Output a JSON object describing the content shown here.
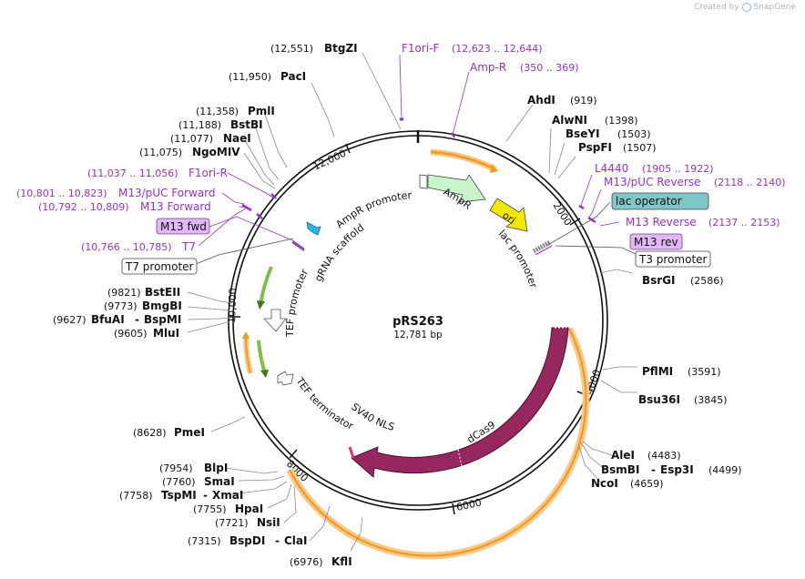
{
  "credit": {
    "text": "Created by",
    "brand": "SnapGene"
  },
  "plasmid": {
    "name": "pRS263",
    "size_label": "12,781 bp",
    "length": 12781,
    "ticks": [
      "2000",
      "4000",
      "6000",
      "8000",
      "10,000",
      "12,000"
    ]
  },
  "colors": {
    "enzyme_text": "#111111",
    "primer_text": "#9b2fc9",
    "cds_dcas9": "#96275f",
    "cds_green": "#7cc04a",
    "cds_orange": "#f59a1f",
    "ori": "#f5e800",
    "ampr": "#c9f5c9",
    "lac_operator": "#7fc6c9",
    "m13_box": "#e0b8f5",
    "backbone": "#111111"
  },
  "enzymes": [
    {
      "id": "btgzi",
      "pos_text": "(12,551)",
      "name": "BtgZI"
    },
    {
      "id": "paci",
      "pos_text": "(11,950)",
      "name": "PacI"
    },
    {
      "id": "pmli",
      "pos_text": "(11,358)",
      "name": "PmlI"
    },
    {
      "id": "bstbi",
      "pos_text": "(11,188)",
      "name": "BstBI"
    },
    {
      "id": "naei",
      "pos_text": "(11,077)",
      "name": "NaeI"
    },
    {
      "id": "ngomiv",
      "pos_text": "(11,075)",
      "name": "NgoMIV"
    },
    {
      "id": "ahdi",
      "pos_text": "(919)",
      "name": "AhdI"
    },
    {
      "id": "alwni",
      "pos_text": "(1398)",
      "name": "AlwNI"
    },
    {
      "id": "bseyi",
      "pos_text": "(1503)",
      "name": "BseYI"
    },
    {
      "id": "pspfi",
      "pos_text": "(1507)",
      "name": "PspFI"
    },
    {
      "id": "bsrgi",
      "pos_text": "(2586)",
      "name": "BsrGI"
    },
    {
      "id": "pflmi",
      "pos_text": "(3591)",
      "name": "PflMI"
    },
    {
      "id": "bsu36i",
      "pos_text": "(3845)",
      "name": "Bsu36I"
    },
    {
      "id": "alei",
      "pos_text": "(4483)",
      "name": "AleI"
    },
    {
      "id": "bsmbi",
      "pos_text": "(4499)",
      "name": "BsmBI",
      "name2": "Esp3I"
    },
    {
      "id": "ncoi",
      "pos_text": "(4659)",
      "name": "NcoI"
    },
    {
      "id": "bsteii",
      "pos_text": "(9821)",
      "name": "BstEII"
    },
    {
      "id": "bmgbi",
      "pos_text": "(9773)",
      "name": "BmgBI"
    },
    {
      "id": "bfuai",
      "pos_text": "(9627)",
      "name": "BfuAI",
      "name2": "BspMI"
    },
    {
      "id": "mlui",
      "pos_text": "(9605)",
      "name": "MluI"
    },
    {
      "id": "pmei",
      "pos_text": "(8628)",
      "name": "PmeI"
    },
    {
      "id": "blpi",
      "pos_text": "(7954)",
      "name": "BlpI"
    },
    {
      "id": "smai",
      "pos_text": "(7760)",
      "name": "SmaI"
    },
    {
      "id": "tspmi",
      "pos_text": "(7758)",
      "name": "TspMI",
      "name2": "XmaI"
    },
    {
      "id": "hpai",
      "pos_text": "(7755)",
      "name": "HpaI"
    },
    {
      "id": "nsii",
      "pos_text": "(7721)",
      "name": "NsiI"
    },
    {
      "id": "bspdi",
      "pos_text": "(7315)",
      "name": "BspDI",
      "name2": "ClaI"
    },
    {
      "id": "kfli",
      "pos_text": "(6976)",
      "name": "KflI"
    }
  ],
  "primers": [
    {
      "id": "f1ori_f",
      "name": "F1ori-F",
      "range": "(12,623 .. 12,644)"
    },
    {
      "id": "amp_r",
      "name": "Amp-R",
      "range": "(350 .. 369)"
    },
    {
      "id": "l4440",
      "name": "L4440",
      "range": "(1905 .. 1922)"
    },
    {
      "id": "m13puc_rev",
      "name": "M13/pUC Reverse",
      "range": "(2118 .. 2140)"
    },
    {
      "id": "m13_rev",
      "name": "M13 Reverse",
      "range": "(2137 .. 2153)"
    },
    {
      "id": "f1ori_r",
      "name": "F1ori-R",
      "range": "(11,037 .. 11,056)"
    },
    {
      "id": "m13puc_fwd",
      "name": "M13/pUC Forward",
      "range": "(10,801 .. 10,823)"
    },
    {
      "id": "m13_fwd",
      "name": "M13 Forward",
      "range": "(10,792 .. 10,809)"
    },
    {
      "id": "t7",
      "name": "T7",
      "range": "(10,766 .. 10,785)"
    }
  ],
  "boxed_labels": {
    "lac_operator": "lac operator",
    "m13_rev": "M13 rev",
    "t3_promoter": "T3 promoter",
    "m13_fwd": "M13 fwd",
    "t7_promoter": "T7 promoter"
  },
  "features": {
    "ampr_promoter": "AmpR promoter",
    "ampr": "AmpR",
    "ori": "ori",
    "lac_promoter": "lac promoter",
    "grna_scaffold": "gRNA scaffold",
    "tef_promoter": "TEF promoter",
    "tef_terminator": "TEF terminator",
    "sv40_nls": "SV40 NLS",
    "dcas9": "dCas9"
  }
}
